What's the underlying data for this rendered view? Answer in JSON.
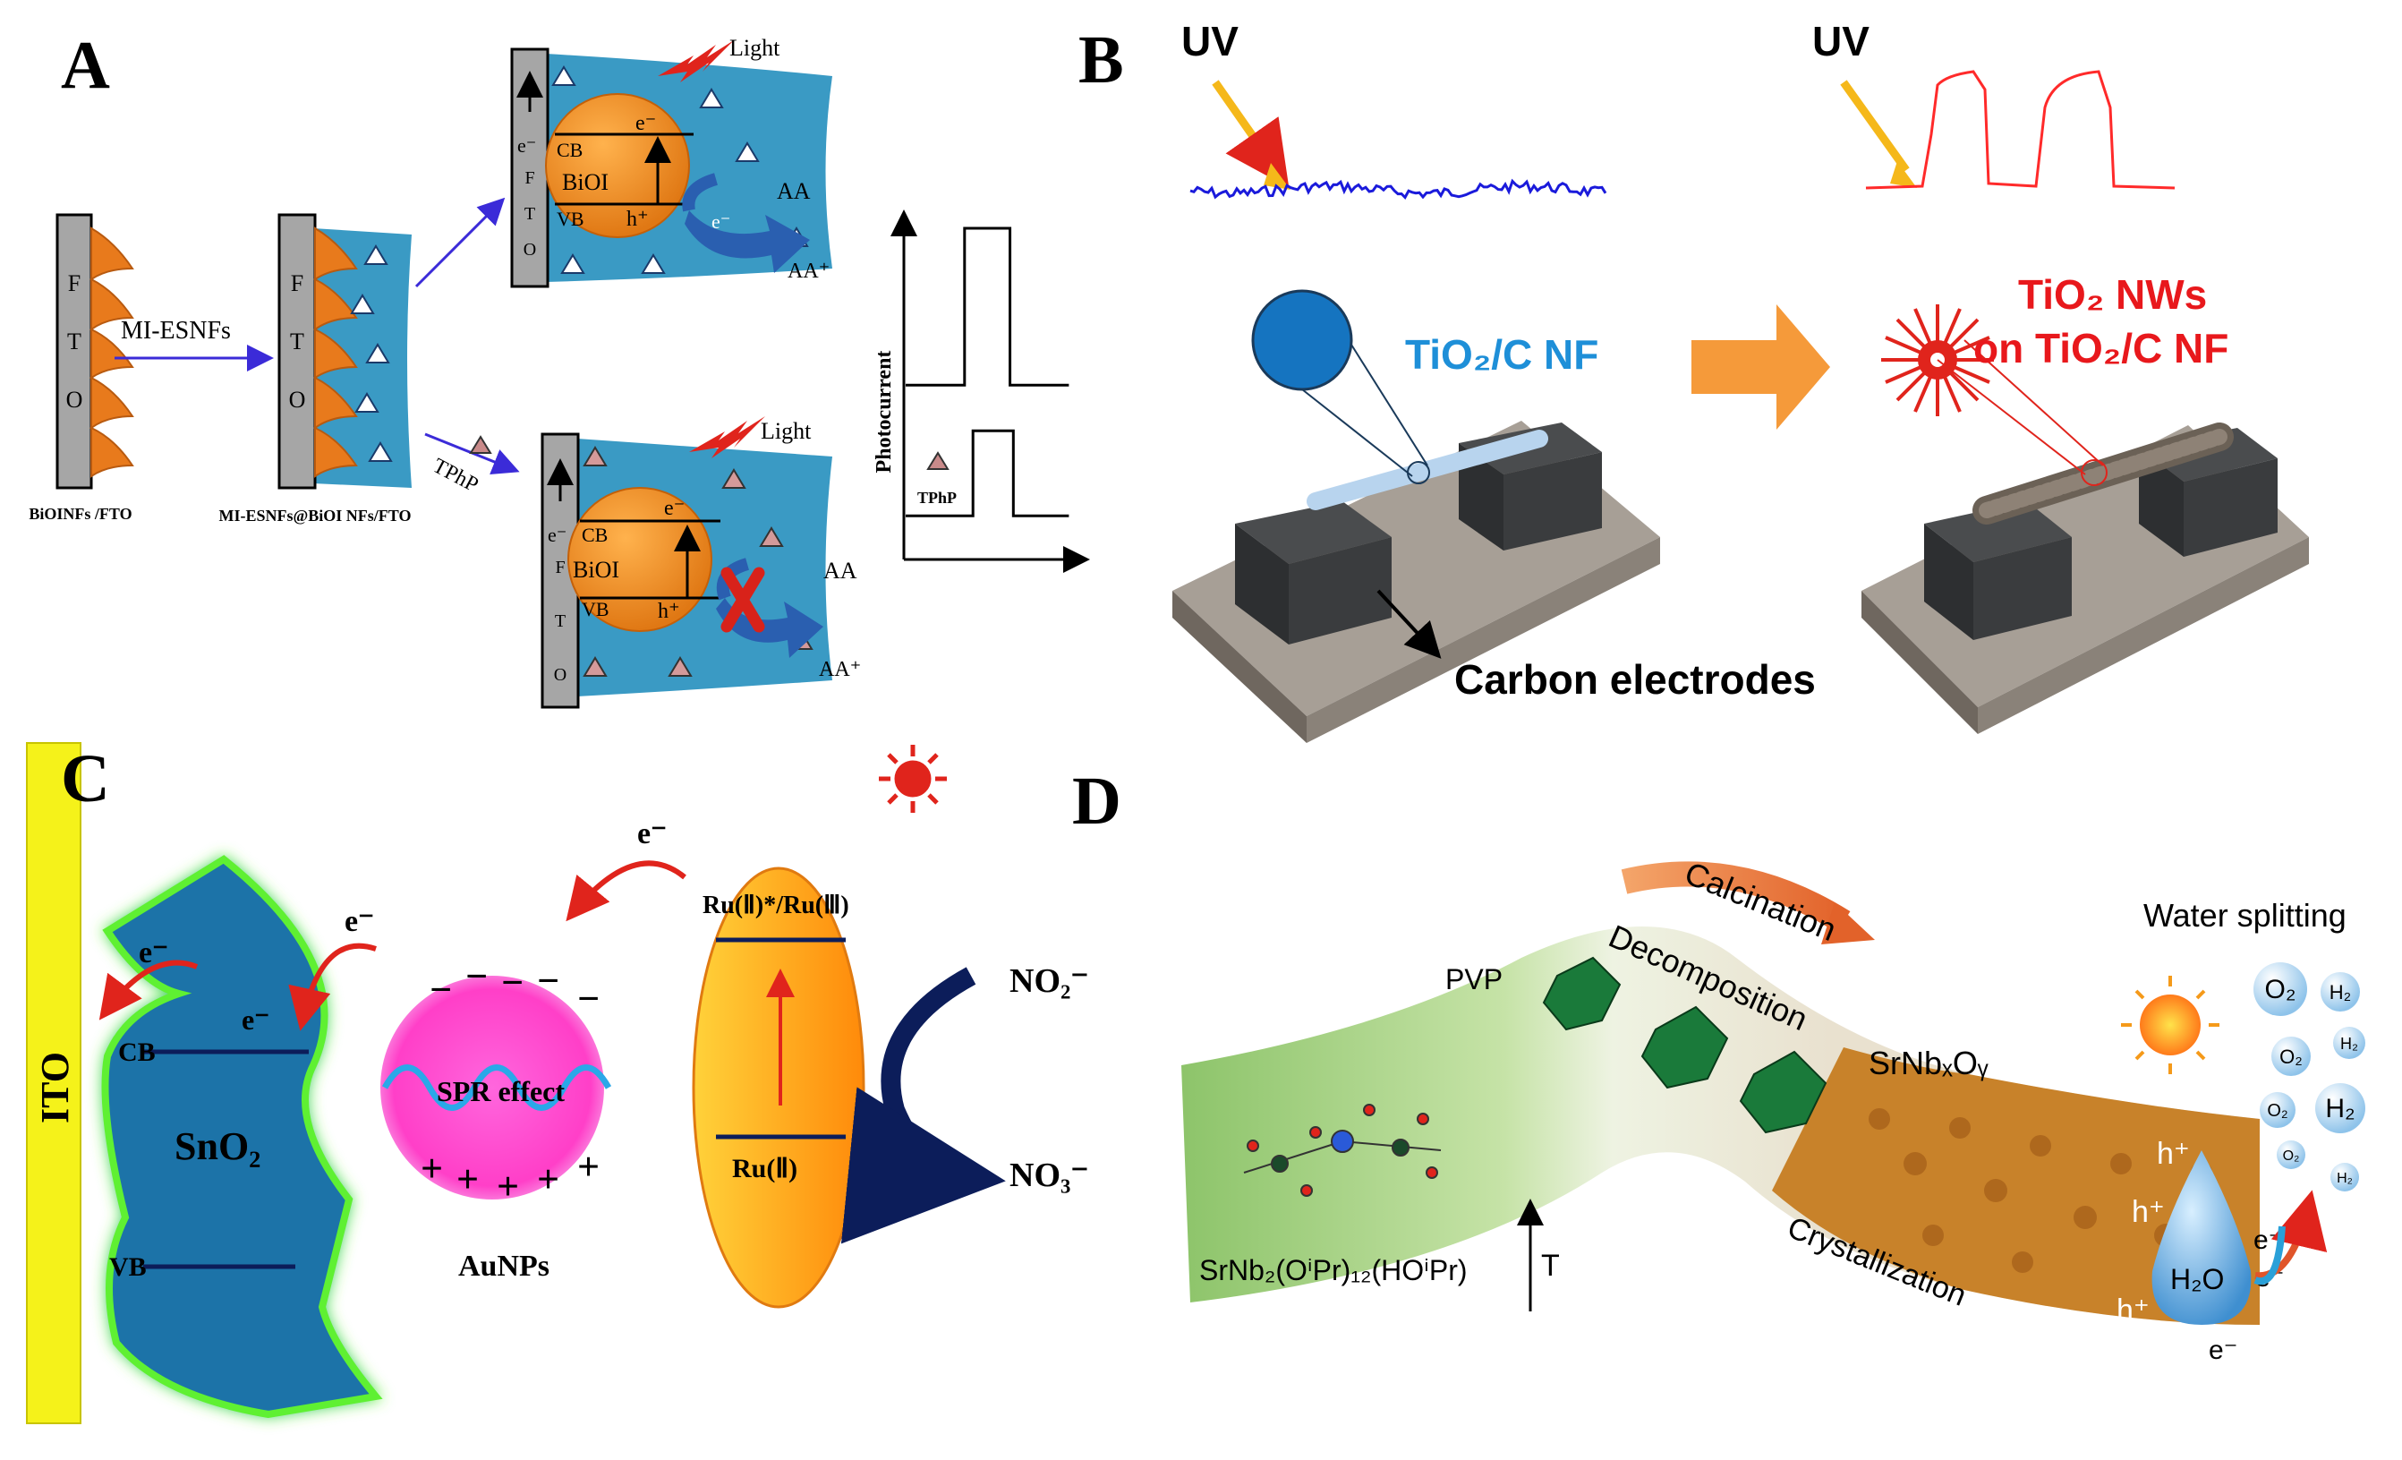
{
  "panels": {
    "a": {
      "letter": "A",
      "fto_letters": [
        "F",
        "T",
        "O"
      ],
      "arrow_label": "MI-ESNFs",
      "tphp_arrow_label": "TPhP",
      "caption_left": "BiOINFs /FTO",
      "caption_mid": "MI-ESNFs@BiOI NFs/FTO",
      "top": {
        "light": "Light",
        "e_minus": "e⁻",
        "e_cb": "e⁻",
        "cb": "CB",
        "biol": "BiOI",
        "vb": "VB",
        "h_plus": "h⁺",
        "e_arrow": "e⁻",
        "aa": "AA",
        "aa_plus": "AA⁺"
      },
      "bottom": {
        "light": "Light",
        "e_minus": "e⁻",
        "e_cb": "e⁻",
        "cb": "CB",
        "biol": "BiOI",
        "vb": "VB",
        "h_plus": "h⁺",
        "aa": "AA",
        "aa_plus": "AA⁺"
      },
      "graph_ylabel": "Photocurrent",
      "graph_tphp": "TPhP",
      "photocurrent_traces": [
        {
          "name": "without TPhP",
          "baseline": 0.52,
          "pulse": 1.0,
          "on": 0.35,
          "off": 0.62
        },
        {
          "name": "with TPhP",
          "baseline": 0.12,
          "pulse": 0.38,
          "on": 0.4,
          "off": 0.64
        }
      ]
    },
    "b": {
      "letter": "B",
      "uv_left": "UV",
      "uv_right": "UV",
      "label_left": "TiO₂/C NF",
      "label_right_1": "TiO₂ NWs",
      "label_right_2": "on TiO₂/C NF",
      "electrodes": "Carbon electrodes",
      "colors": {
        "blue_trace": "#1a1adb",
        "red_trace": "#ff2a2a",
        "label_blue": "#1e8fd8",
        "label_red": "#e8181c"
      }
    },
    "c": {
      "letter": "C",
      "ito": "ITO",
      "e1": "e⁻",
      "e2": "e⁻",
      "e3": "e⁻",
      "e4": "e⁻",
      "cb": "CB",
      "vb": "VB",
      "sno2": "SnO₂",
      "spr": "SPR effect",
      "aunps": "AuNPs",
      "ru_top": "Ru(Ⅱ)*/Ru(Ⅲ)",
      "ru_bottom": "Ru(Ⅱ)",
      "no2": "NO₂⁻",
      "no3": "NO₃⁻"
    },
    "d": {
      "letter": "D",
      "calcination": "Calcination",
      "decomposition": "Decomposition",
      "pvp": "PVP",
      "precursor": "SrNb₂(OⁱPr)₁₂(HOⁱPr)",
      "t": "T",
      "srnbo": "SrNbₓOᵧ",
      "crystallization": "Crystallization",
      "water_splitting": "Water splitting",
      "h2o": "H₂O",
      "holes": [
        "h⁺",
        "h⁺",
        "h⁺"
      ],
      "electrons": [
        "e⁻",
        "e⁻",
        "e⁻"
      ],
      "bubbles": [
        "O₂",
        "H₂",
        "O₂",
        "H₂",
        "O₂",
        "H₂",
        "O₂",
        "H₂"
      ]
    }
  }
}
